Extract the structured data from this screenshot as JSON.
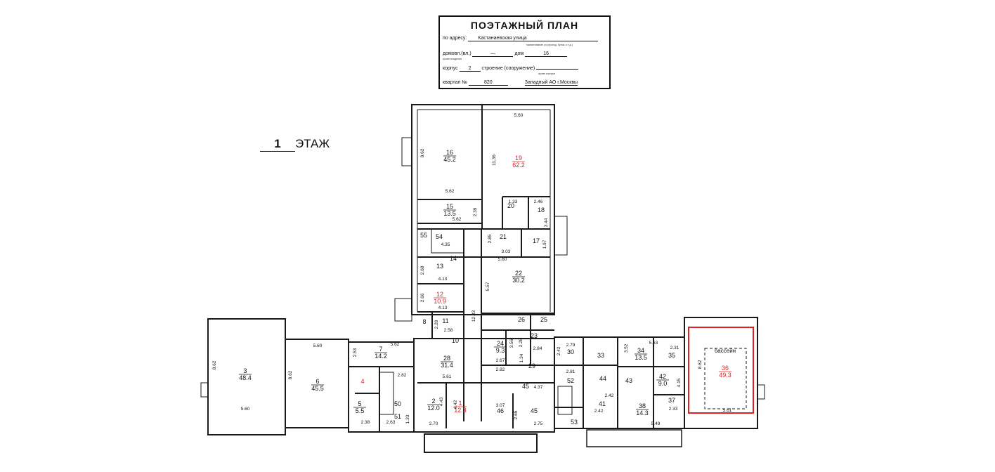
{
  "stamp": {
    "title": "ПОЭТАЖНЫЙ ПЛАН",
    "address_label": "по адресу:",
    "address_value": "Кастанаевская улица",
    "address_hint": "наименование ул.(проезд, бульв. и т.д.)",
    "house_label": "домовл.(вл.)",
    "house_value": "—",
    "dom_label": "дом",
    "dom_value": "16",
    "house_hint": "кроме владения",
    "korpus_label": "корпус",
    "korpus_value": "2",
    "stroenie_label": "строение (сооружение)",
    "stroenie_hint": "кроме корпуса",
    "kvartal_label": "квартал №",
    "kvartal_value": "820",
    "district_value": "Западный АО г.Москвы"
  },
  "floor": {
    "number": "1",
    "label": "ЭТАЖ"
  },
  "colors": {
    "wall": "#1a1a1a",
    "red": "#e02020",
    "pool": "#e02020"
  },
  "rooms": [
    {
      "id": "16",
      "area": "45.2",
      "w": "5.62",
      "h": "8.62",
      "red": false
    },
    {
      "id": "19",
      "area": "62.2",
      "w": "5.60",
      "h": "11.36",
      "red": true
    },
    {
      "id": "15",
      "area": "13.5",
      "w": "5.62",
      "h": "2.39",
      "red": false
    },
    {
      "id": "20",
      "area": "",
      "w": "1.33",
      "h": "",
      "red": false
    },
    {
      "id": "18",
      "area": "",
      "w": "2.46",
      "h": "3.44",
      "red": false
    },
    {
      "id": "55",
      "area": "",
      "w": "",
      "h": "",
      "red": false
    },
    {
      "id": "54",
      "area": "",
      "w": "4.35",
      "h": "",
      "red": false
    },
    {
      "id": "21",
      "area": "",
      "w": "3.03",
      "h": "2.85",
      "red": false
    },
    {
      "id": "17",
      "area": "",
      "w": "",
      "h": "1.97",
      "red": false
    },
    {
      "id": "13",
      "area": "",
      "w": "4.13",
      "h": "2.68",
      "red": false
    },
    {
      "id": "14",
      "area": "",
      "w": "",
      "h": "",
      "red": false
    },
    {
      "id": "12",
      "area": "10.9",
      "w": "4.13",
      "h": "2.66",
      "red": true
    },
    {
      "id": "22",
      "area": "30.2",
      "w": "5.60",
      "h": "5.57",
      "red": false
    },
    {
      "id": "8",
      "area": "",
      "w": "",
      "h": "",
      "red": false
    },
    {
      "id": "11",
      "area": "",
      "w": "2.58",
      "h": "2.28",
      "red": false
    },
    {
      "id": "10",
      "area": "",
      "w": "",
      "h": "",
      "red": false
    },
    {
      "id": "26",
      "area": "",
      "w": "",
      "h": "",
      "red": false
    },
    {
      "id": "25",
      "area": "",
      "w": "",
      "h": "",
      "red": false
    },
    {
      "id": "23",
      "area": "",
      "w": "2.84",
      "h": "2.28",
      "red": false
    },
    {
      "id": "24",
      "area": "9.3",
      "w": "2.67",
      "h": "3.56",
      "red": false
    },
    {
      "id": "28",
      "area": "31.4",
      "w": "5.61",
      "h": "12.33",
      "red": false
    },
    {
      "id": "29",
      "area": "",
      "w": "2.82",
      "h": "1.34",
      "red": false
    },
    {
      "id": "3",
      "area": "48.4",
      "w": "5.60",
      "h": "8.62",
      "red": false
    },
    {
      "id": "6",
      "area": "45.5",
      "w": "5.60",
      "h": "8.62",
      "red": false
    },
    {
      "id": "7",
      "area": "14.2",
      "w": "5.62",
      "h": "2.53",
      "red": false
    },
    {
      "id": "4",
      "area": "",
      "w": "",
      "h": "",
      "red": true
    },
    {
      "id": "5",
      "area": "5.5",
      "w": "2.38",
      "h": "",
      "red": false
    },
    {
      "id": "50",
      "area": "",
      "w": "2.82",
      "h": "",
      "red": false
    },
    {
      "id": "51",
      "area": "",
      "w": "2.63",
      "h": "1.33",
      "red": false
    },
    {
      "id": "2",
      "area": "12.0",
      "w": "2.70",
      "h": "4.43",
      "red": false
    },
    {
      "id": "1",
      "area": "12.3",
      "w": "",
      "h": "4.42",
      "red": true
    },
    {
      "id": "45",
      "area": "",
      "w": "4.37",
      "h": "",
      "red": false
    },
    {
      "id": "46",
      "area": "",
      "w": "3.07",
      "h": "",
      "red": false
    },
    {
      "id": "45b",
      "label": "45",
      "area": "",
      "w": "2.75",
      "h": "2.65",
      "red": false
    },
    {
      "id": "30",
      "area": "",
      "w": "2.79",
      "h": "2.42",
      "red": false
    },
    {
      "id": "52",
      "area": "",
      "w": "2.81",
      "h": "",
      "red": false
    },
    {
      "id": "53",
      "area": "",
      "w": "",
      "h": "",
      "red": false
    },
    {
      "id": "33",
      "area": "",
      "w": "",
      "h": "",
      "red": false
    },
    {
      "id": "44",
      "area": "",
      "w": "2.42",
      "h": "",
      "red": false
    },
    {
      "id": "43",
      "area": "",
      "w": "",
      "h": "",
      "red": false
    },
    {
      "id": "41",
      "area": "",
      "w": "2.42",
      "h": "",
      "red": false
    },
    {
      "id": "34",
      "area": "13.5",
      "w": "5.63",
      "h": "3.52",
      "red": false
    },
    {
      "id": "35",
      "area": "",
      "w": "2.31",
      "h": "",
      "red": false
    },
    {
      "id": "42",
      "area": "9.0",
      "w": "",
      "h": "4.15",
      "red": false
    },
    {
      "id": "37",
      "area": "",
      "w": "2.33",
      "h": "",
      "red": false
    },
    {
      "id": "38",
      "area": "14.3",
      "w": "5.49",
      "h": "",
      "red": false
    },
    {
      "id": "36",
      "area": "49.3",
      "w": "5.61",
      "h": "8.62",
      "red": true
    }
  ],
  "pool_label": "бассейн"
}
